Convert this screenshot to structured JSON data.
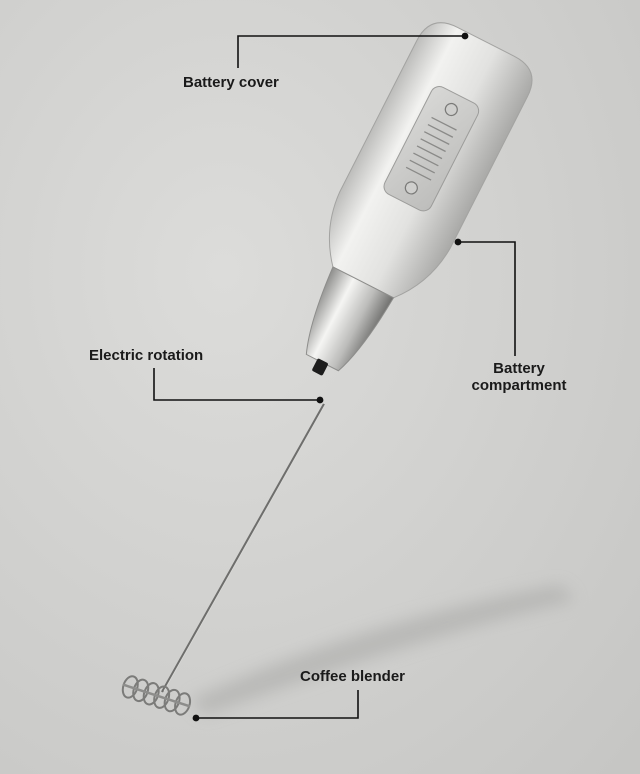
{
  "callouts": {
    "battery_cover": "Battery cover",
    "battery_compartment": "Battery compartment",
    "electric_rotation": "Electric rotation",
    "coffee_blender": "Coffee blender"
  },
  "colors": {
    "background": "#d3d3d1",
    "body": "#e6e6e4",
    "leader_line": "#111111",
    "label_text": "#1a1a1a"
  }
}
